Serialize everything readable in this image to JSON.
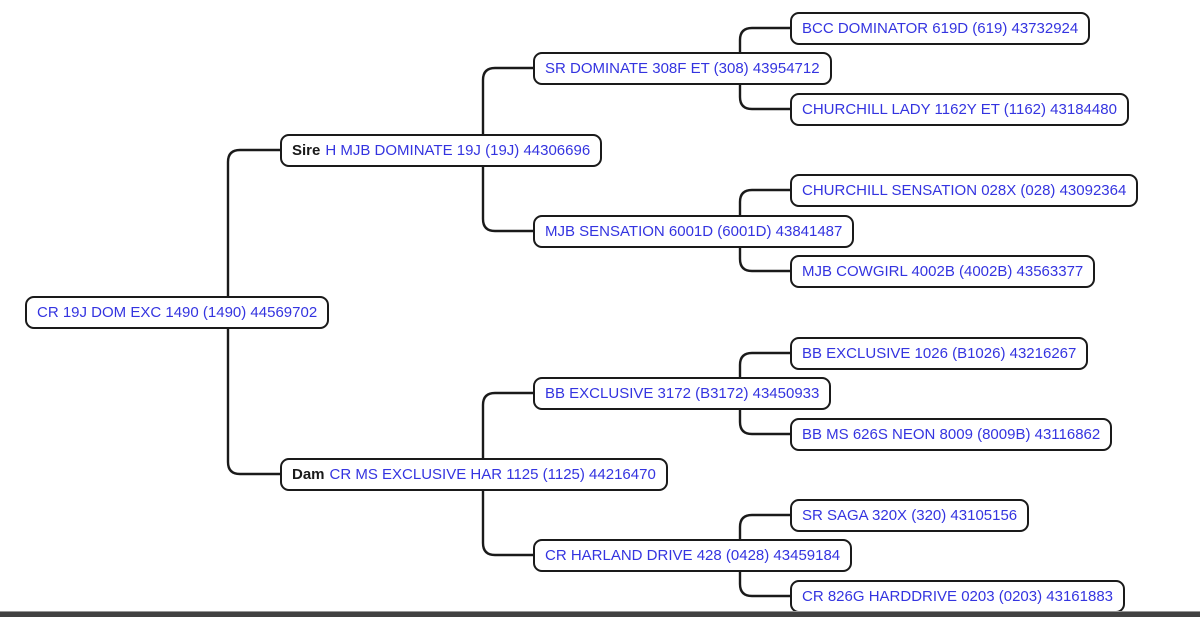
{
  "colors": {
    "link_blue": "#3434e0",
    "line_black": "#1a1a1a",
    "background": "#ffffff",
    "bottom_bar": "#424242"
  },
  "pedigree": {
    "root": {
      "name": "CR 19J DOM EXC 1490 (1490) 44569702"
    },
    "sire": {
      "tag": "Sire",
      "name": "H MJB DOMINATE 19J (19J) 44306696"
    },
    "dam": {
      "tag": "Dam",
      "name": "CR MS EXCLUSIVE HAR 1125 (1125) 44216470"
    },
    "sire_sire": {
      "name": "SR DOMINATE 308F ET (308) 43954712"
    },
    "sire_dam": {
      "name": "MJB SENSATION 6001D (6001D) 43841487"
    },
    "dam_sire": {
      "name": "BB EXCLUSIVE 3172 (B3172) 43450933"
    },
    "dam_dam": {
      "name": "CR HARLAND DRIVE 428 (0428) 43459184"
    },
    "sire_sire_sire": {
      "name": "BCC DOMINATOR 619D (619) 43732924"
    },
    "sire_sire_dam": {
      "name": "CHURCHILL LADY 1162Y ET (1162) 43184480"
    },
    "sire_dam_sire": {
      "name": "CHURCHILL SENSATION 028X (028) 43092364"
    },
    "sire_dam_dam": {
      "name": "MJB COWGIRL 4002B (4002B) 43563377"
    },
    "dam_sire_sire": {
      "name": "BB EXCLUSIVE 1026 (B1026) 43216267"
    },
    "dam_sire_dam": {
      "name": "BB MS 626S NEON 8009 (8009B) 43116862"
    },
    "dam_dam_sire": {
      "name": "SR SAGA 320X (320) 43105156"
    },
    "dam_dam_dam": {
      "name": "CR 826G HARDDRIVE 0203 (0203) 43161883"
    }
  }
}
